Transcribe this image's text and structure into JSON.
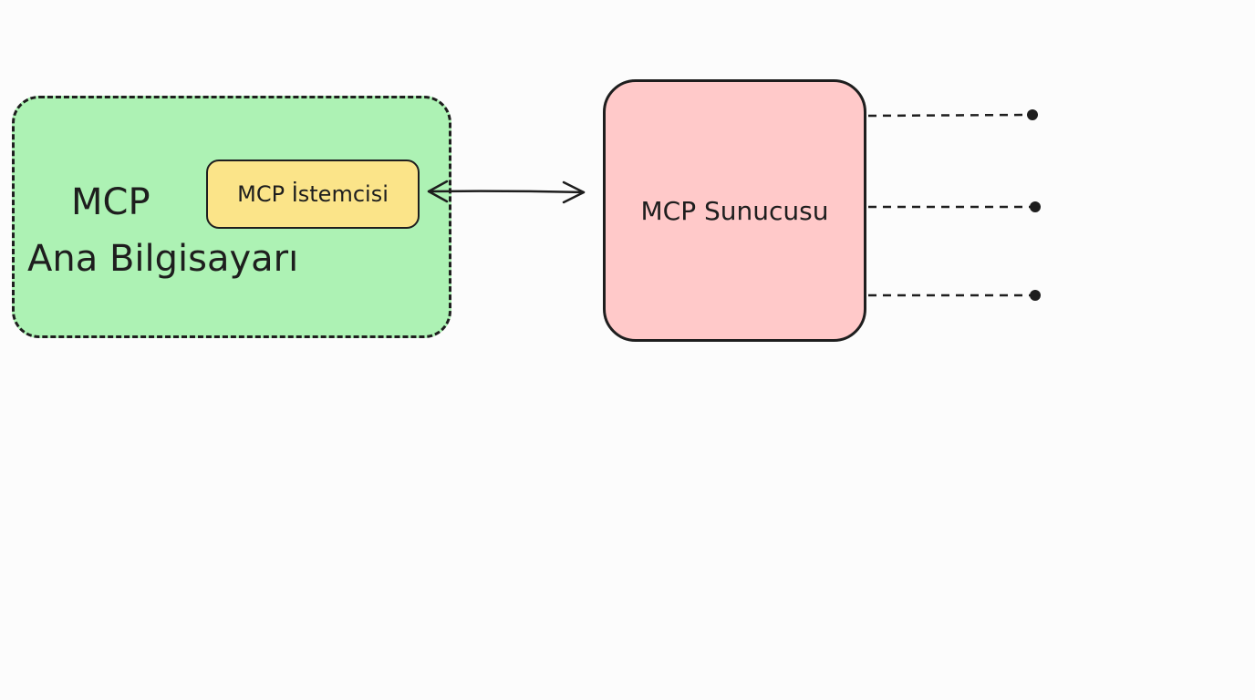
{
  "diagram": {
    "host": {
      "line1": "MCP",
      "line2": "Ana Bilgisayarı"
    },
    "client": {
      "label": "MCP İstemcisi"
    },
    "server": {
      "label": "MCP Sunucusu"
    },
    "connections": [
      {
        "from": "client",
        "to": "server",
        "style": "solid",
        "arrows": "both"
      },
      {
        "from": "server",
        "to": "endpoint-1",
        "style": "dashed"
      },
      {
        "from": "server",
        "to": "endpoint-2",
        "style": "dashed"
      },
      {
        "from": "server",
        "to": "endpoint-3",
        "style": "dashed"
      }
    ],
    "colors": {
      "host_fill": "#adf2b4",
      "client_fill": "#fbe489",
      "server_fill": "#ffc9c9",
      "stroke": "#1e1e1e",
      "background": "#fcfcfc"
    }
  }
}
